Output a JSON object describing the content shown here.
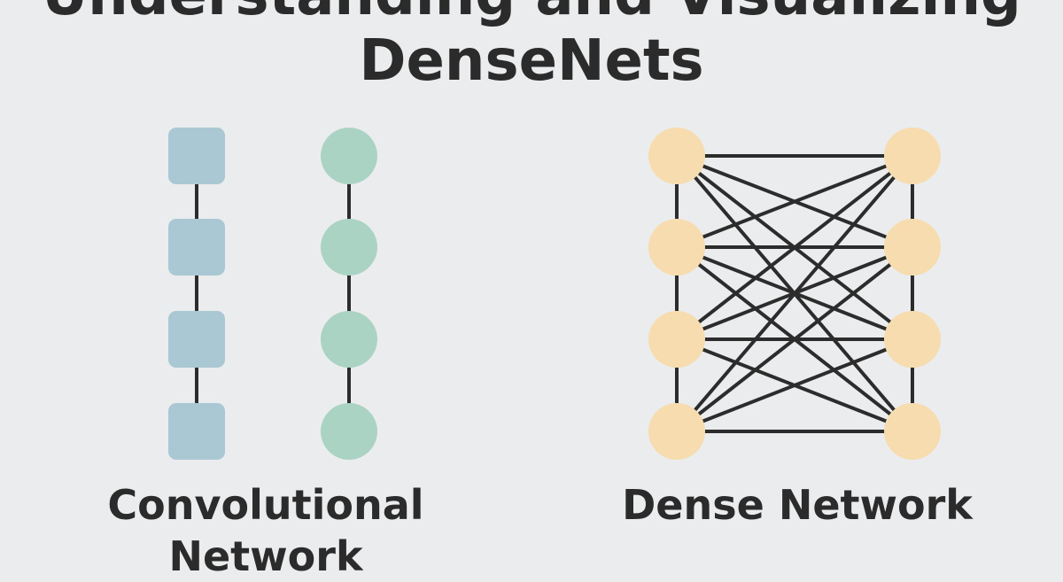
{
  "title": {
    "line1": "Understanding and Visualizing",
    "line2": "DenseNets"
  },
  "convolutional_network": {
    "caption_line1": "Convolutional",
    "caption_line2": "Network",
    "columns": [
      {
        "node_shape": "rounded-square",
        "node_count": 4,
        "color": "#a9c8d4"
      },
      {
        "node_shape": "circle",
        "node_count": 4,
        "color": "#abd3c3"
      }
    ]
  },
  "dense_network": {
    "caption": "Dense Network",
    "layers": [
      {
        "node_count": 4,
        "color": "#f6dcae"
      },
      {
        "node_count": 4,
        "color": "#f6dcae"
      }
    ],
    "connectivity": "fully-connected"
  },
  "colors": {
    "background": "#ebecee",
    "text": "#2b2b2b",
    "edge": "#2c2c2c"
  }
}
